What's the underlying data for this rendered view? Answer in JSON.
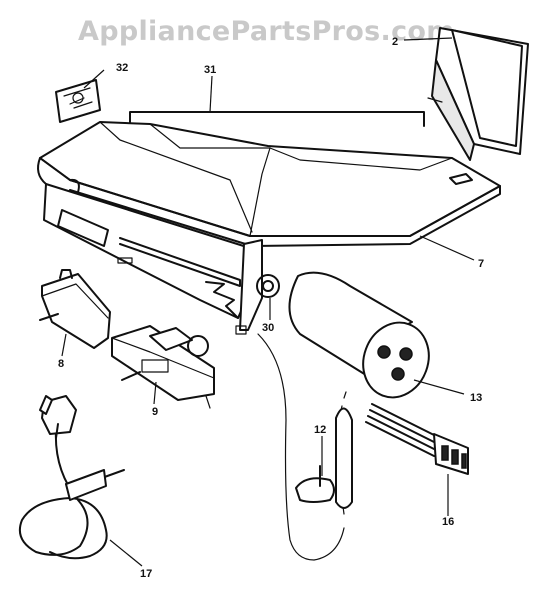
{
  "watermark": "AppliancePartsPros.com",
  "callouts": {
    "part_2": "2",
    "part_7": "7",
    "part_8": "8",
    "part_9": "9",
    "part_12": "12",
    "part_13": "13",
    "part_16": "16",
    "part_17": "17",
    "part_30": "30",
    "part_31": "31",
    "part_32": "32"
  },
  "colors": {
    "ink": "#111111",
    "background": "#ffffff",
    "watermark": "#c9c9c9"
  }
}
